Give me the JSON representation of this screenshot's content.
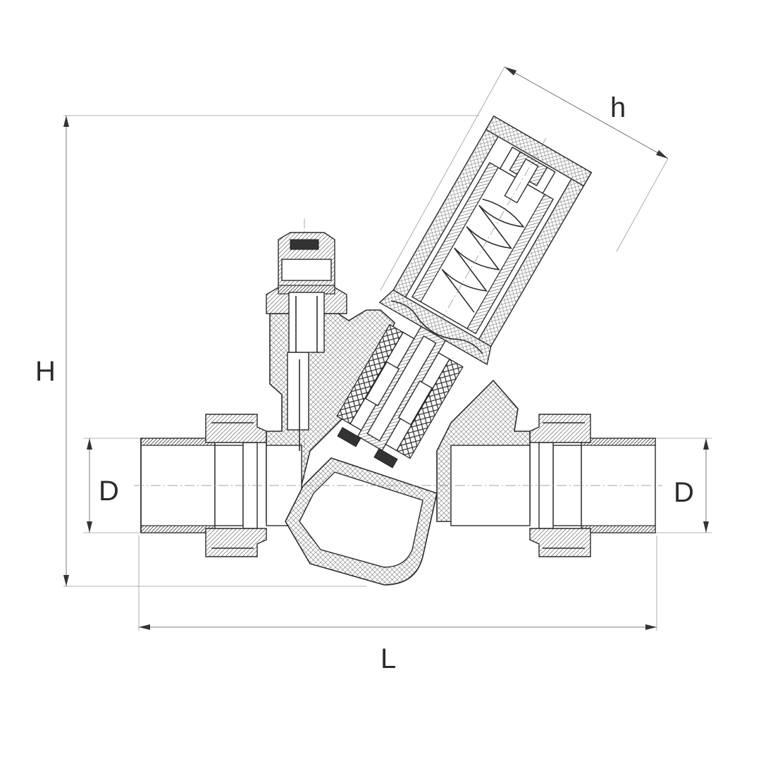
{
  "drawing": {
    "dimensions": {
      "height_label": "H",
      "bonnet_length_label": "h",
      "left_diameter_label": "D",
      "right_diameter_label": "D",
      "length_label": "L"
    },
    "colors": {
      "line": "#2b2b2b",
      "extension_line": "#9a9a9a",
      "background": "#ffffff"
    }
  }
}
